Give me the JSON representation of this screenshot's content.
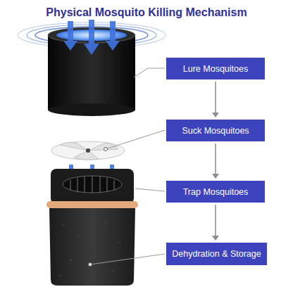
{
  "diagram": {
    "title": "Physical Mosquito Killing Mechanism",
    "nodes": [
      {
        "text": [
          "Lure Mosquitoes"
        ]
      },
      {
        "text": [
          "Suck Mosquitoes"
        ]
      },
      {
        "text": [
          "Trap Mosquitoes"
        ]
      },
      {
        "text": [
          "Dehydration & Storage"
        ]
      }
    ],
    "edges": [
      {
        "from": 0,
        "to": 1,
        "arrow": "to"
      },
      {
        "from": 1,
        "to": 2,
        "arrow": "to"
      },
      {
        "from": 2,
        "to": 3,
        "arrow": "to"
      }
    ]
  }
}
